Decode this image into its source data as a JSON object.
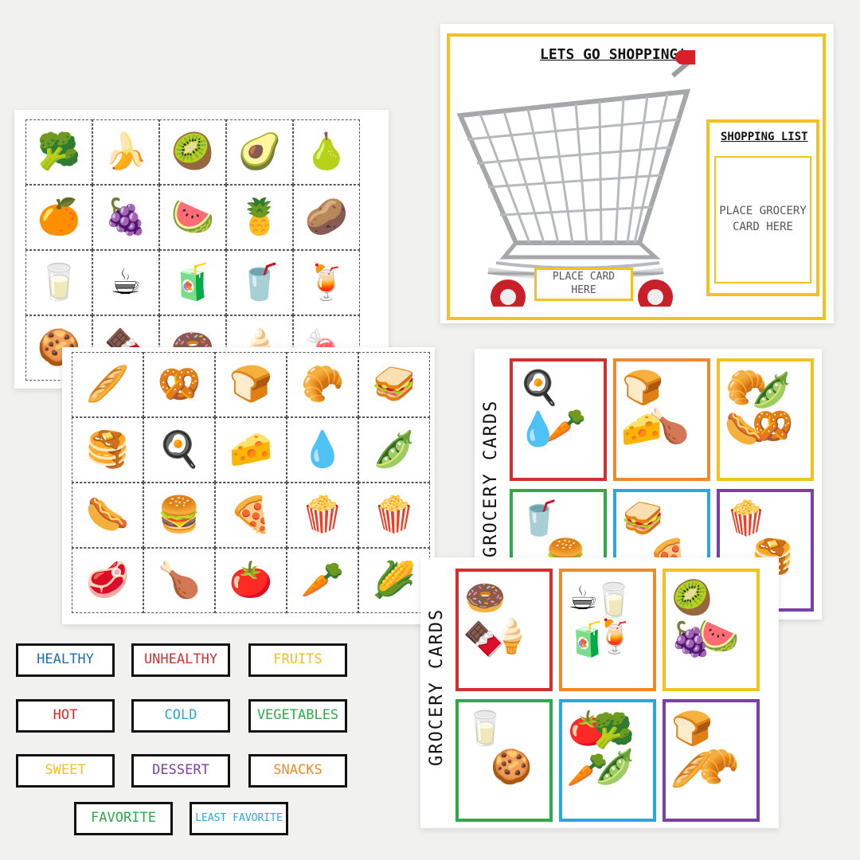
{
  "shopping_sheet": {
    "title": "LETS GO SHOPPING!",
    "list_title": "SHOPPING LIST",
    "list_placeholder": "PLACE GROCERY CARD HERE",
    "cart_placeholder": "PLACE CARD HERE",
    "cart_icon": "shopping-cart-icon"
  },
  "sheet1_cells": [
    "🥦",
    "🍌",
    "🥝",
    "🥑",
    "🍐",
    "🍊",
    "🍇",
    "🍉",
    "🍍",
    "🥔",
    "🥛",
    "☕",
    "🧃",
    "🥤",
    "🍹",
    "🍪",
    "🍫",
    "🍩",
    "🍦",
    "🍬"
  ],
  "sheet2_cells": [
    "🥖",
    "🥨",
    "🍞",
    "🥐",
    "🥪",
    "🥞",
    "🍳",
    "🧀",
    "💧",
    "🫛",
    "🌭",
    "🍔",
    "🍕",
    "🍿",
    "🍿",
    "🥩",
    "🍗",
    "🍅",
    "🥕",
    "🌽"
  ],
  "grocery_cards_title": "GROCERY CARDS",
  "cards_top": [
    {
      "color": "#d32f2f",
      "items": [
        "🍳",
        "🥕",
        "💧"
      ]
    },
    {
      "color": "#ef8a2c",
      "items": [
        "🍞",
        "🍗",
        "🧀"
      ]
    },
    {
      "color": "#f2c21f",
      "items": [
        "🥐",
        "🥨",
        "🌭",
        "🫛"
      ]
    },
    {
      "color": "#2eaa4a",
      "items": [
        "🥤",
        "🍔"
      ]
    },
    {
      "color": "#29a8e0",
      "items": [
        "🥪",
        "🍕"
      ]
    },
    {
      "color": "#7b3fa8",
      "items": [
        "🍿",
        "🥞"
      ]
    }
  ],
  "cards_bottom": [
    {
      "color": "#d32f2f",
      "items": [
        "🍩",
        "🍦",
        "🍫"
      ]
    },
    {
      "color": "#ef8a2c",
      "items": [
        "☕",
        "🍹",
        "🧃",
        "🥛"
      ]
    },
    {
      "color": "#f2c21f",
      "items": [
        "🥝",
        "🍉",
        "🍇"
      ]
    },
    {
      "color": "#2eaa4a",
      "items": [
        "🥛",
        "🍪"
      ]
    },
    {
      "color": "#29a8e0",
      "items": [
        "🍅",
        "🫛",
        "🥕",
        "🥦"
      ]
    },
    {
      "color": "#7b3fa8",
      "items": [
        "🍞",
        "🥐",
        "🥖"
      ]
    }
  ],
  "labels": [
    {
      "text": "HEALTHY",
      "color": "#1f6fb5"
    },
    {
      "text": "UNHEALTHY",
      "color": "#d32f2f"
    },
    {
      "text": "FRUITS",
      "color": "#f2c21f"
    },
    {
      "text": "HOT",
      "color": "#d32f2f"
    },
    {
      "text": "COLD",
      "color": "#29a8e0"
    },
    {
      "text": "VEGETABLES",
      "color": "#2eaa4a"
    },
    {
      "text": "SWEET",
      "color": "#f2c21f"
    },
    {
      "text": "DESSERT",
      "color": "#7b3fa8"
    },
    {
      "text": "SNACKS",
      "color": "#ef8a2c"
    },
    {
      "text": "FAVORITE",
      "color": "#2eaa4a"
    },
    {
      "text": "LEAST FAVORITE",
      "color": "#29a8e0"
    }
  ]
}
